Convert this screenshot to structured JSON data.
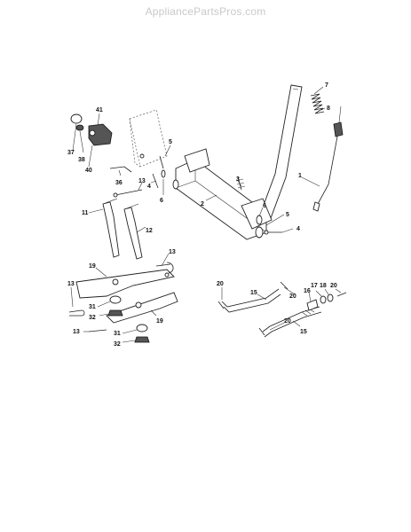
{
  "watermark": "AppliancePartsPros.com",
  "colors": {
    "watermark": "#c9c9c9",
    "line": "#222222",
    "label": "#111111"
  },
  "callouts": [
    {
      "id": "c-7a",
      "text": "7"
    },
    {
      "id": "c-8",
      "text": "8"
    },
    {
      "id": "c-1",
      "text": "1"
    },
    {
      "id": "c-41",
      "text": "41"
    },
    {
      "id": "c-37",
      "text": "37"
    },
    {
      "id": "c-38",
      "text": "38"
    },
    {
      "id": "c-40",
      "text": "40"
    },
    {
      "id": "c-36",
      "text": "36"
    },
    {
      "id": "c-5a",
      "text": "5"
    },
    {
      "id": "c-4a",
      "text": "4"
    },
    {
      "id": "c-6a",
      "text": "6"
    },
    {
      "id": "c-3",
      "text": "3"
    },
    {
      "id": "c-2",
      "text": "2"
    },
    {
      "id": "c-6b",
      "text": "6"
    },
    {
      "id": "c-5b",
      "text": "5"
    },
    {
      "id": "c-4b",
      "text": "4"
    },
    {
      "id": "c-13a",
      "text": "13"
    },
    {
      "id": "c-11",
      "text": "11"
    },
    {
      "id": "c-12",
      "text": "12"
    },
    {
      "id": "c-13b",
      "text": "13"
    },
    {
      "id": "c-19a",
      "text": "19"
    },
    {
      "id": "c-13c",
      "text": "13"
    },
    {
      "id": "c-31a",
      "text": "31"
    },
    {
      "id": "c-32a",
      "text": "32"
    },
    {
      "id": "c-19b",
      "text": "19"
    },
    {
      "id": "c-13d",
      "text": "13"
    },
    {
      "id": "c-31b",
      "text": "31"
    },
    {
      "id": "c-32b",
      "text": "32"
    },
    {
      "id": "c-20a",
      "text": "20"
    },
    {
      "id": "c-15a",
      "text": "15"
    },
    {
      "id": "c-20b",
      "text": "20"
    },
    {
      "id": "c-16",
      "text": "16"
    },
    {
      "id": "c-17",
      "text": "17"
    },
    {
      "id": "c-18",
      "text": "18"
    },
    {
      "id": "c-20c",
      "text": "20"
    },
    {
      "id": "c-20d",
      "text": "20"
    },
    {
      "id": "c-15b",
      "text": "15"
    }
  ]
}
